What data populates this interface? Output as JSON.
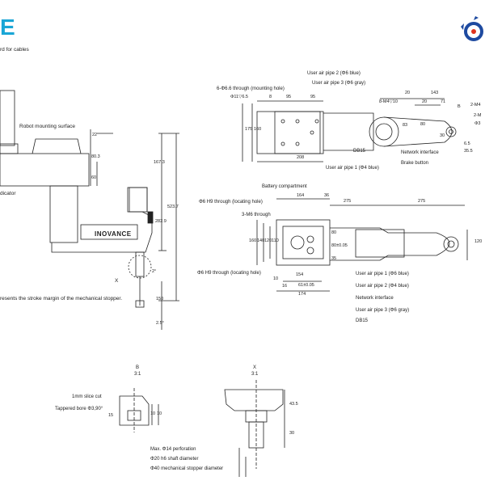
{
  "header": {
    "brand_fragment": "E",
    "cable_note": "rd for cables",
    "brand_color": "#1aa6d6",
    "logo_colors": {
      "gear": "#1e4aa0",
      "accent": "#e0331d"
    }
  },
  "side_view": {
    "mount_surface": "Robot mounting surface",
    "indicator": "dicator",
    "logo_text": "INOVANCE",
    "stopper_note": "resents the stroke margin of the mechanical stopper.",
    "detail_mark": "X",
    "dims": {
      "d22": "22",
      "d80_3": "80.3",
      "d60": "60",
      "d167_3": "167.3",
      "d523_7": "523.7",
      "d282_9": "282.9",
      "d150": "150",
      "d2": "2°",
      "d25": "2.5°"
    }
  },
  "top_right_view": {
    "pipe2": "User air pipe 2 (Φ6 blue)",
    "pipe3": "User air pipe 3 (Φ6 gray)",
    "holes": "6-Φ6.6 through (mounting hole)",
    "spot": "Φ11▽6.5",
    "m4": "8-M4▽10",
    "network": "Network interface",
    "brake": "Brake button",
    "db15": "DB15",
    "pipe1": "User air pipe 1 (Φ4 blue)",
    "dims": {
      "d8": "8",
      "d95a": "95",
      "d95b": "95",
      "d20a": "20",
      "d143": "143",
      "d20b": "20",
      "d71": "71",
      "d175": "175",
      "d160": "160",
      "d208": "208",
      "d83": "83",
      "d80": "80",
      "d30": "30",
      "d6_5": "6.5",
      "d35_5": "35.5",
      "B": "B",
      "m2a": "2-M4",
      "m2b": "2-M",
      "phi3": "Φ3"
    }
  },
  "bottom_right_view": {
    "battery": "Battery compartment",
    "locating_top": "Φ6 H9 through (locating hole)",
    "m6": "3-M6 through",
    "locating_bottom": "Φ6 H9 through (locating hole)",
    "pipe1": "User air pipe 1 (Φ6 blue)",
    "pipe2": "User air pipe 2 (Φ4 blue)",
    "network": "Network interface",
    "pipe3": "User air pipe 3 (Φ6 gray)",
    "db15": "DB15",
    "dims": {
      "d164": "164",
      "d36": "36",
      "d275a": "275",
      "d275b": "275",
      "d160": "160",
      "d140": "140",
      "d120": "120",
      "d110": "110",
      "d80a": "80",
      "d80b": "80±0.05",
      "d35": "35",
      "d154": "154",
      "d61": "61±0.05",
      "d16": "16",
      "d174": "174",
      "d10": "10",
      "d120r": "120"
    }
  },
  "detail_b": {
    "label": "B",
    "scale": "3:1",
    "slice": "1mm slice cut",
    "bore": "Tappered bore Φ3,90°",
    "dims": {
      "d15": "15",
      "d10a": "10",
      "d10b": "10"
    }
  },
  "detail_x": {
    "label": "X",
    "scale": "3:1",
    "perforation": "Max. Φ14 perforation",
    "shaft": "Φ20 h6 shaft diameter",
    "stopper": "Φ40 mechanical stopper diameter",
    "dims": {
      "d43_5": "43.5",
      "d30": "30"
    }
  }
}
